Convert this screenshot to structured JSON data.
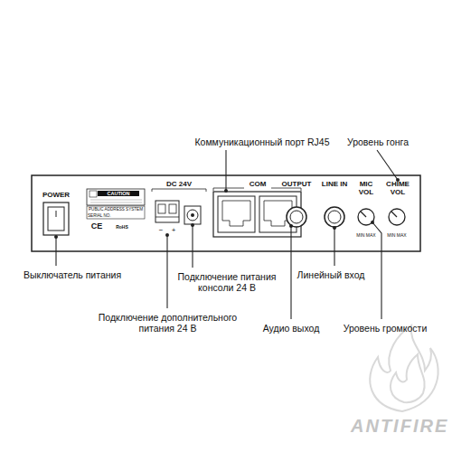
{
  "diagram": {
    "labels": [
      "Коммуникационный порт RJ45",
      "Уровень гонга",
      "POWER",
      "CAUTION",
      "DC 24V",
      "COM",
      "OUTPUT",
      "LINE IN",
      "MIC VOL",
      "CHIME VOL",
      "PUBLIC ADDRESS SYSTEM",
      "SERIAL NO.",
      "CE",
      "RoHS",
      "−",
      "+",
      "MIN MAX",
      "MIN MAX",
      "Выключатель питания",
      "Подключение питания консоли 24 В",
      "Линейный вход",
      "Подключение дополнительного питания 24 В",
      "Аудио выход",
      "Уровень громкости",
      "ANTIFIRE"
    ]
  }
}
